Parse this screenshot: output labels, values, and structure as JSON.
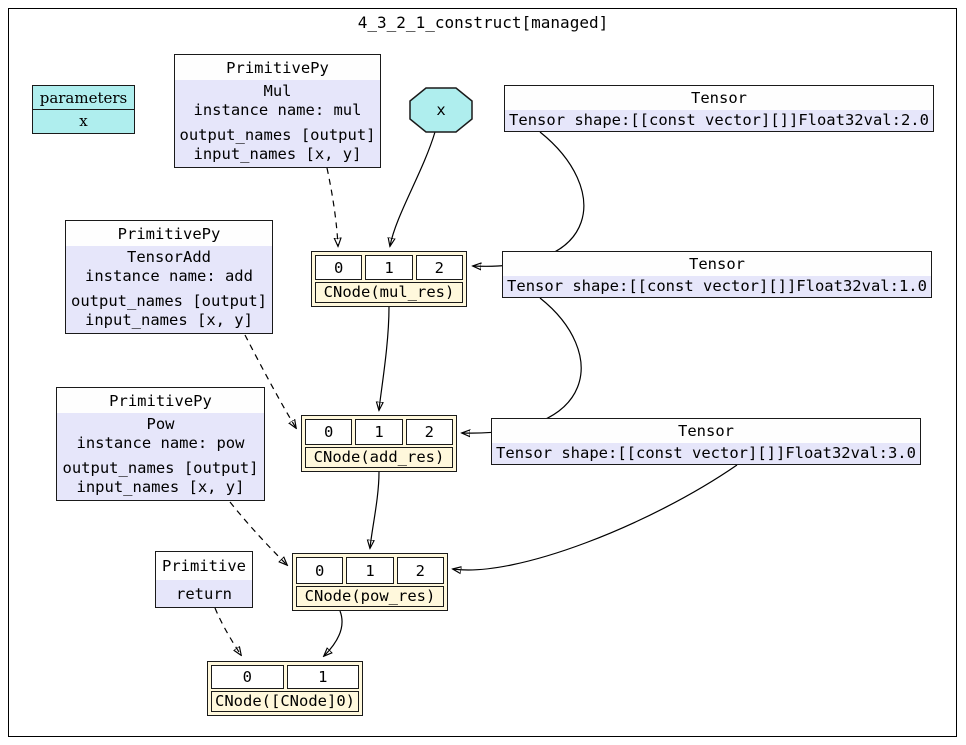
{
  "diagram": {
    "title": "4_3_2_1_construct[managed]"
  },
  "colors": {
    "parameter_fill": "#afeeee",
    "primitive_fill": "#e6e6fa",
    "cnode_fill": "#fff8dc",
    "port_fill": "#ffffff",
    "edge_color": "#000000"
  },
  "nodes": {
    "parameters": {
      "title": "parameters",
      "item": "x"
    },
    "param_x": {
      "label": "x"
    },
    "prim_mul": {
      "header": "PrimitivePy",
      "name": "Mul",
      "instance": "instance name: mul",
      "outputs": "output_names [output]",
      "inputs": "input_names [x, y]"
    },
    "prim_add": {
      "header": "PrimitivePy",
      "name": "TensorAdd",
      "instance": "instance name: add",
      "outputs": "output_names [output]",
      "inputs": "input_names [x, y]"
    },
    "prim_pow": {
      "header": "PrimitivePy",
      "name": "Pow",
      "instance": "instance name: pow",
      "outputs": "output_names [output]",
      "inputs": "input_names [x, y]"
    },
    "prim_return": {
      "header": "Primitive",
      "name": "return"
    },
    "tensor_2": {
      "header": "Tensor",
      "value": "Tensor shape:[[const vector][]]Float32val:2.0"
    },
    "tensor_1": {
      "header": "Tensor",
      "value": "Tensor shape:[[const vector][]]Float32val:1.0"
    },
    "tensor_3": {
      "header": "Tensor",
      "value": "Tensor shape:[[const vector][]]Float32val:3.0"
    },
    "cnode_mul": {
      "ports": [
        "0",
        "1",
        "2"
      ],
      "label": "CNode(mul_res)"
    },
    "cnode_add": {
      "ports": [
        "0",
        "1",
        "2"
      ],
      "label": "CNode(add_res)"
    },
    "cnode_pow": {
      "ports": [
        "0",
        "1",
        "2"
      ],
      "label": "CNode(pow_res)"
    },
    "cnode_out": {
      "ports": [
        "0",
        "1"
      ],
      "label": "CNode([CNode]0)"
    }
  }
}
